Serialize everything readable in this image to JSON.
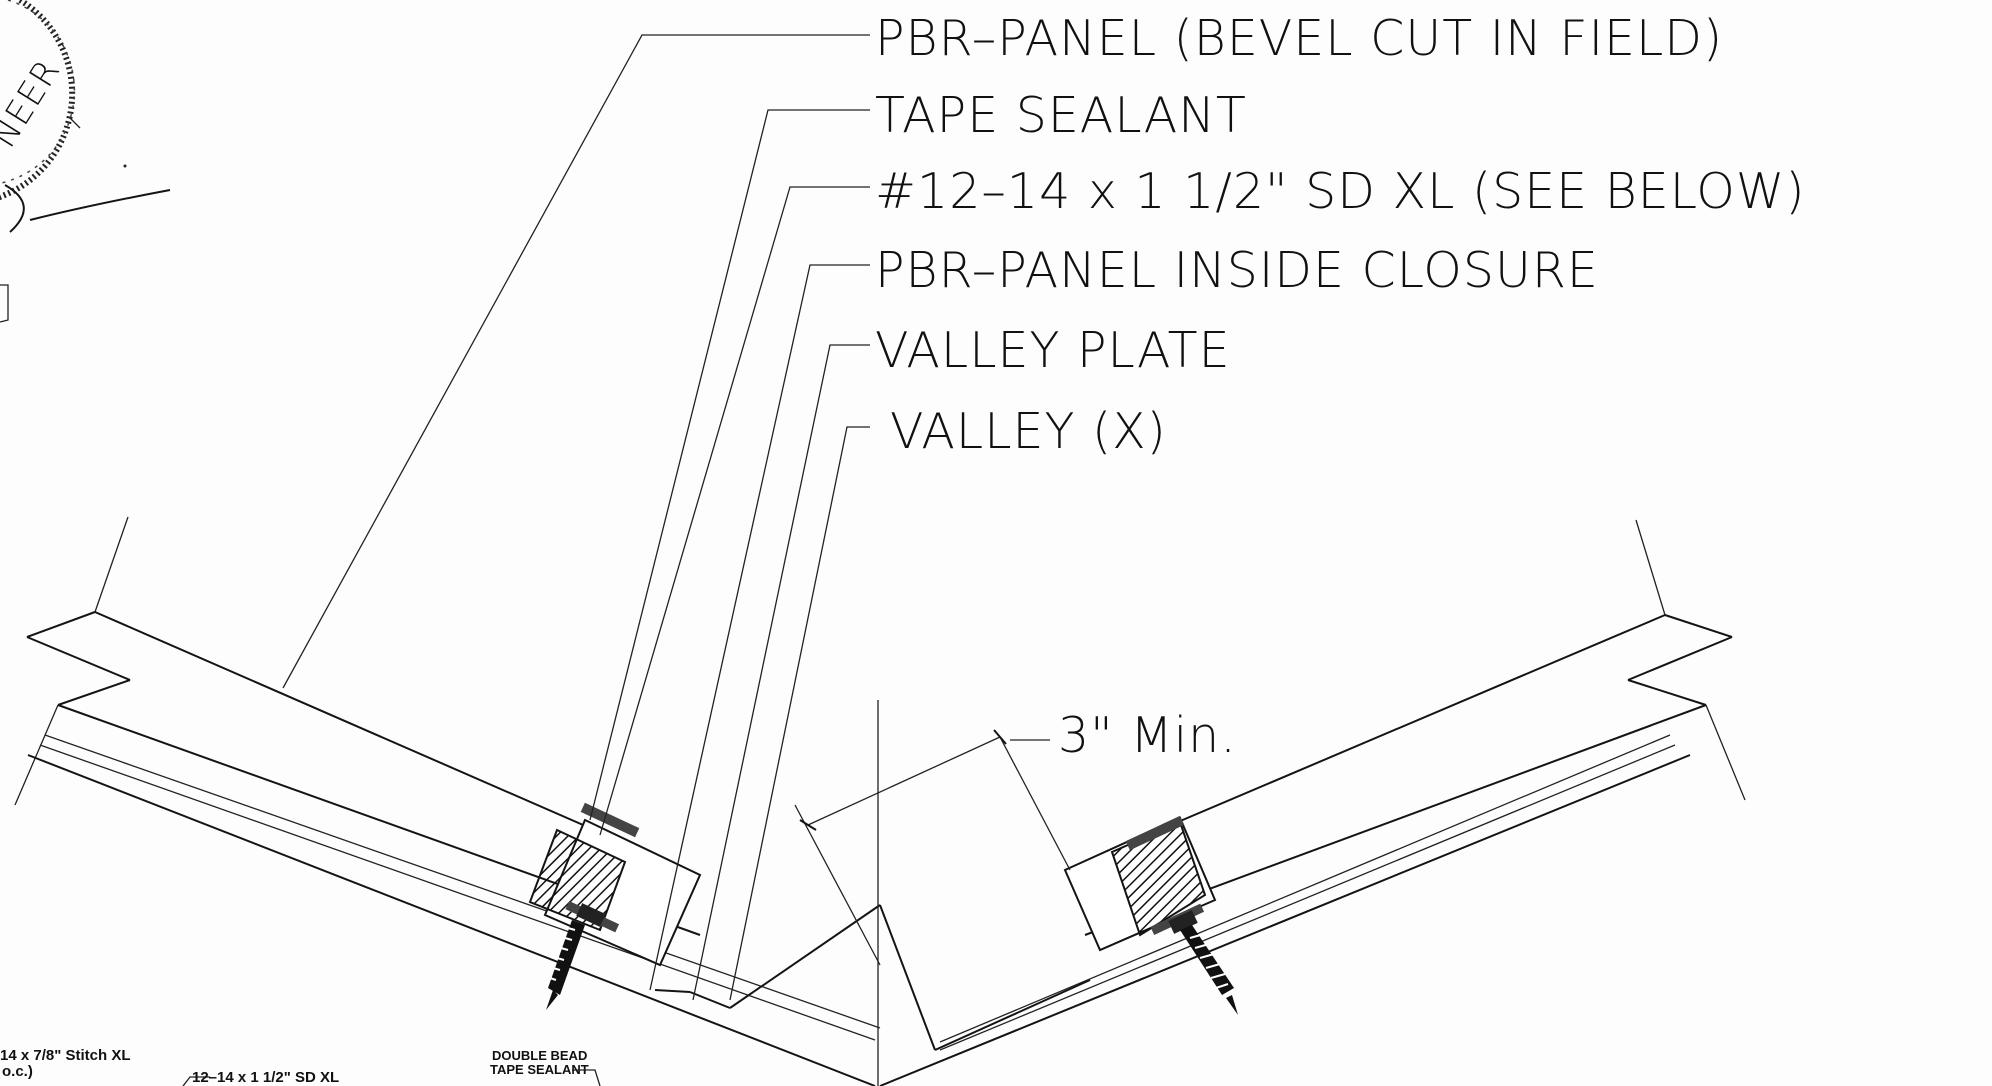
{
  "callouts": {
    "pbr_panel": "PBR–PANEL (BEVEL CUT IN FIELD)",
    "tape_sealant": "TAPE SEALANT",
    "screw": "#12–14 x 1 1/2\" SD XL (SEE BELOW)",
    "inside_closure": "PBR–PANEL INSIDE CLOSURE",
    "valley_plate": "VALLEY PLATE",
    "valley": "VALLEY (X)"
  },
  "dimension": {
    "label": "3\" Min."
  },
  "inset_notes": {
    "stitch_line1": "14 x 7/8\" Stitch XL",
    "stitch_line2": "o.c.)",
    "sd_screw": "12–14 x 1 1/2\" SD XL",
    "double_bead_line1": "DOUBLE BEAD",
    "double_bead_line2": "TAPE SEALANT"
  },
  "stamp": {
    "text": "NEER"
  }
}
